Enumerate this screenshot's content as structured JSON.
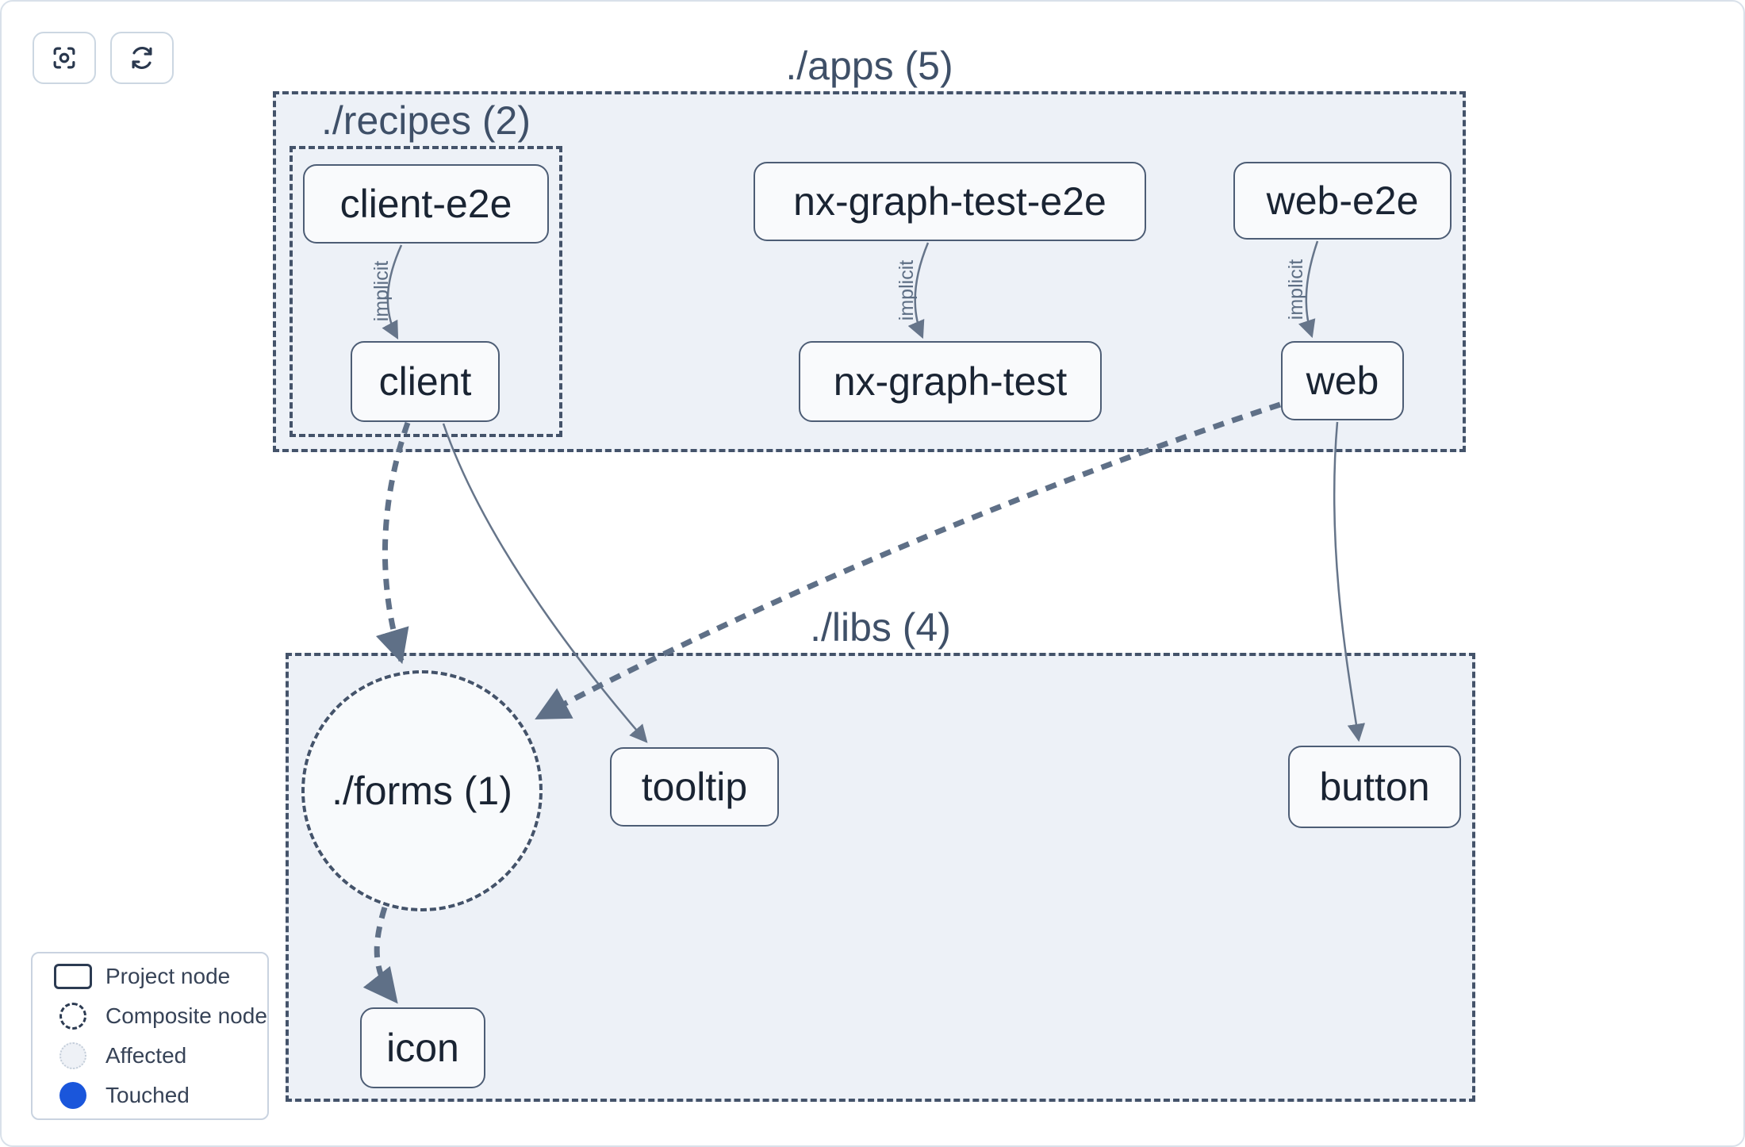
{
  "toolbar": {
    "buttons": [
      {
        "name": "focus",
        "icon": "focus-icon"
      },
      {
        "name": "refresh",
        "icon": "refresh-icon"
      }
    ]
  },
  "graph": {
    "containers": [
      {
        "id": "apps",
        "label": "./apps (5)"
      },
      {
        "id": "recipes",
        "label": "./recipes (2)"
      },
      {
        "id": "libs",
        "label": "./libs (4)"
      }
    ],
    "composite": {
      "id": "forms",
      "label": "./forms (1)"
    },
    "nodes": {
      "client_e2e": {
        "label": "client-e2e"
      },
      "nx_graph_test_e2e": {
        "label": "nx-graph-test-e2e"
      },
      "web_e2e": {
        "label": "web-e2e"
      },
      "client": {
        "label": "client"
      },
      "nx_graph_test": {
        "label": "nx-graph-test"
      },
      "web": {
        "label": "web"
      },
      "tooltip": {
        "label": "tooltip"
      },
      "button": {
        "label": "button"
      },
      "icon": {
        "label": "icon"
      }
    },
    "edges": [
      {
        "source": "client-e2e",
        "target": "client",
        "style": "solid-thin",
        "label": "implicit"
      },
      {
        "source": "nx-graph-test-e2e",
        "target": "nx-graph-test",
        "style": "solid-thin",
        "label": "implicit"
      },
      {
        "source": "web-e2e",
        "target": "web",
        "style": "solid-thin",
        "label": "implicit"
      },
      {
        "source": "client",
        "target": "./forms",
        "style": "dashed-bold",
        "label": ""
      },
      {
        "source": "client",
        "target": "tooltip",
        "style": "solid-thin",
        "label": ""
      },
      {
        "source": "web",
        "target": "./forms",
        "style": "dashed-bold",
        "label": ""
      },
      {
        "source": "web",
        "target": "button",
        "style": "solid-thin",
        "label": ""
      },
      {
        "source": "./forms",
        "target": "icon",
        "style": "dashed-bold",
        "label": ""
      }
    ]
  },
  "legend": {
    "items": [
      {
        "icon": "project-node-icon",
        "label": "Project node"
      },
      {
        "icon": "composite-node-icon",
        "label": "Composite node"
      },
      {
        "icon": "affected-icon",
        "label": "Affected"
      },
      {
        "icon": "touched-icon",
        "label": "Touched"
      }
    ]
  },
  "colors": {
    "touched": "#1a56db",
    "group_fill": "#edf1f7",
    "node_border": "#4d5d75",
    "edge": "#66758a",
    "dashed_edge": "#5f7087"
  }
}
